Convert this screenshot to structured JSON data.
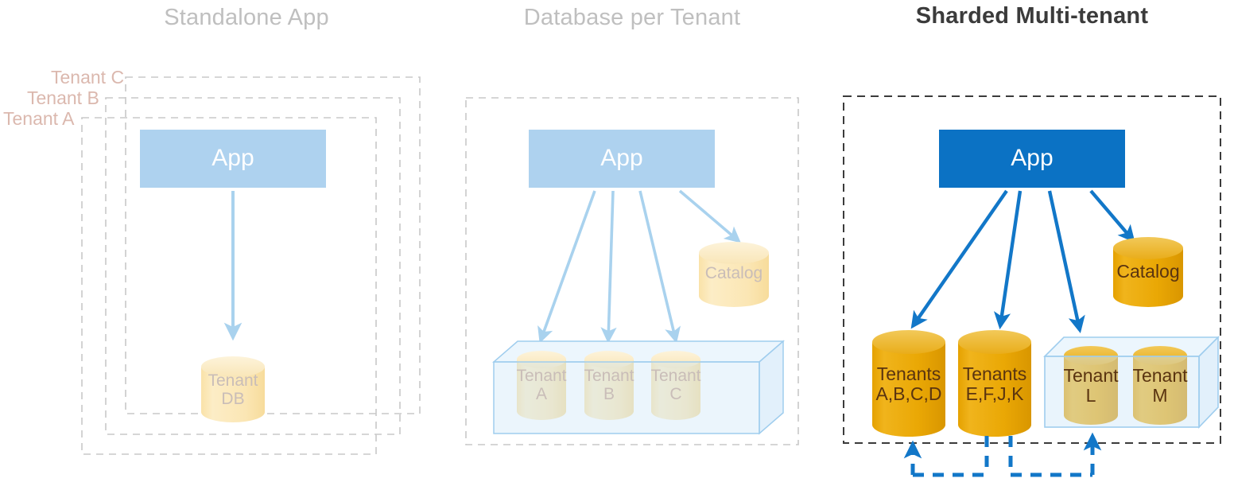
{
  "diagram": {
    "type": "architecture-comparison",
    "panels": [
      {
        "id": "standalone",
        "title": "Standalone App",
        "emphasis": "muted",
        "tenant_tags": [
          "Tenant C",
          "Tenant B",
          "Tenant A"
        ],
        "app_label": "App",
        "databases": [
          {
            "label": "Tenant\nDB",
            "style": "pale-yellow"
          }
        ],
        "catalog": null,
        "glass_box": false
      },
      {
        "id": "database-per-tenant",
        "title": "Database per Tenant",
        "emphasis": "muted",
        "tenant_tags": [],
        "app_label": "App",
        "databases": [
          {
            "label": "Tenant\nA",
            "style": "pale-yellow"
          },
          {
            "label": "Tenant\nB",
            "style": "pale-yellow"
          },
          {
            "label": "Tenant\nC",
            "style": "pale-yellow"
          }
        ],
        "catalog": {
          "label": "Catalog",
          "style": "pale-yellow"
        },
        "glass_box": true
      },
      {
        "id": "sharded-multi-tenant",
        "title": "Sharded Multi-tenant",
        "emphasis": "strong",
        "tenant_tags": [],
        "app_label": "App",
        "databases": [
          {
            "label": "Tenants\nA,B,C,D",
            "style": "gold"
          },
          {
            "label": "Tenants\nE,F,J,K",
            "style": "gold"
          },
          {
            "label": "Tenant\nL",
            "style": "gold-in-glass"
          },
          {
            "label": "Tenant\nM",
            "style": "gold-in-glass"
          }
        ],
        "catalog": {
          "label": "Catalog",
          "style": "gold"
        },
        "glass_box": true
      }
    ]
  },
  "colors": {
    "title_muted": "#bfbfbf",
    "title_strong": "#3b3b3b",
    "tenant_tag": "#dbb8ae",
    "app_muted_fill": "#aed2ef",
    "app_strong_fill": "#0b72c4",
    "arrow_muted": "#a9d2ee",
    "arrow_strong": "#1277c8",
    "db_muted_body": "#fbe7b6",
    "db_muted_top": "#fcf0d0",
    "db_muted_text": "#c9bdb8",
    "db_gold_body": "#e9a600",
    "db_gold_top": "#eec13f",
    "db_gold_text": "#5a3410",
    "glass_fill": "#ddeefb",
    "glass_stroke": "#8fc6ec",
    "dashed_muted": "#c8c8c8",
    "dashed_strong": "#3b3b3b",
    "dashed_blue": "#1277c8",
    "background": "#ffffff"
  },
  "labels": {
    "app": "App",
    "catalog": "Catalog"
  }
}
